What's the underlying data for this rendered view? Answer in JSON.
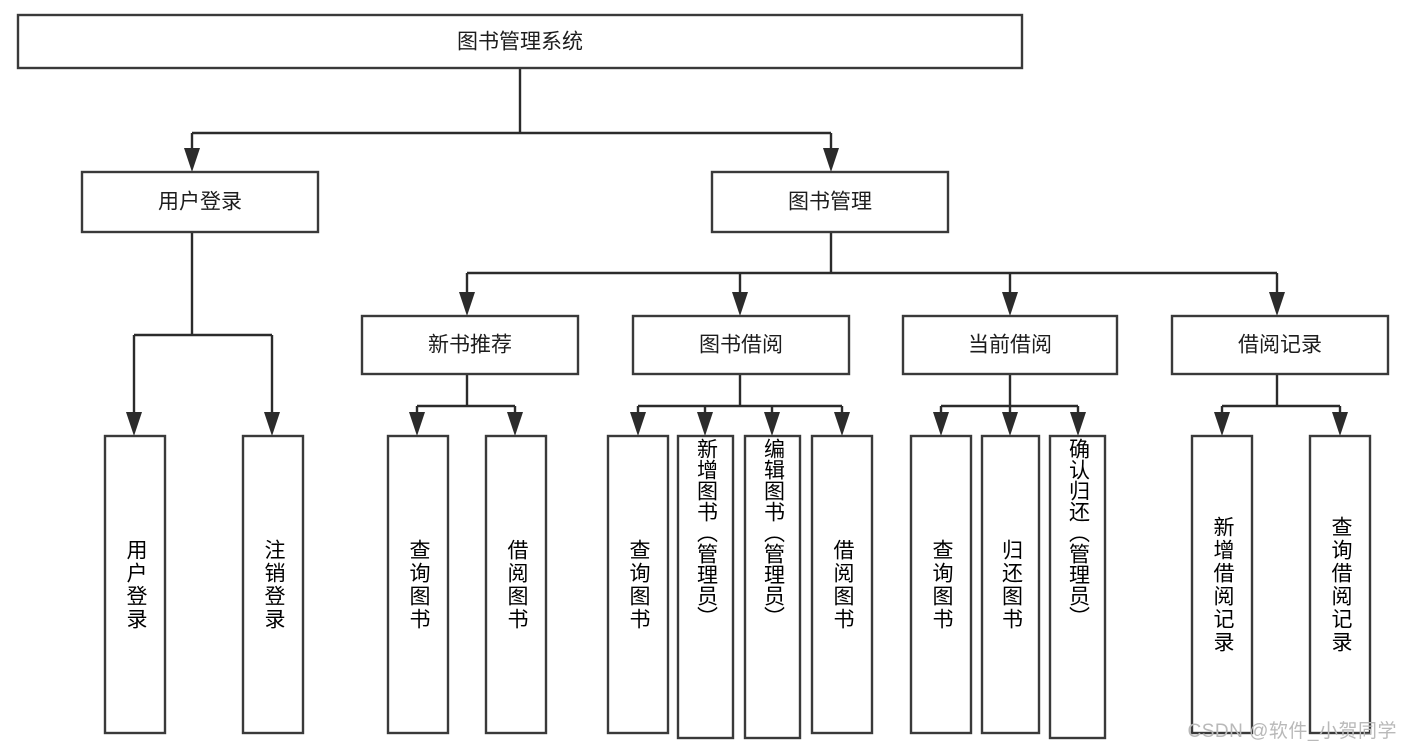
{
  "diagram": {
    "title": "图书管理系统",
    "watermark": "CSDN @软件_小贺同学",
    "colors": {
      "box_stroke": "#3a3a3a",
      "connector": "#2b2b2b",
      "box_fill": "#ffffff",
      "text": "#1d1d1d",
      "watermark": "#b9b9b9",
      "background": "#ffffff"
    },
    "root": {
      "label": "图书管理系统"
    },
    "level2": [
      {
        "label": "用户登录"
      },
      {
        "label": "图书管理"
      }
    ],
    "level3": [
      {
        "label": "新书推荐"
      },
      {
        "label": "图书借阅"
      },
      {
        "label": "当前借阅"
      },
      {
        "label": "借阅记录"
      }
    ],
    "leaves": {
      "user_login": [
        {
          "label": "用户登录"
        },
        {
          "label": "注销登录"
        }
      ],
      "new_book_recommend": [
        {
          "label": "查询图书"
        },
        {
          "label": "借阅图书"
        }
      ],
      "book_borrow": [
        {
          "label": "查询图书"
        },
        {
          "label": "新增图书（管理员）"
        },
        {
          "label": "编辑图书（管理员）"
        },
        {
          "label": "借阅图书"
        }
      ],
      "current_borrow": [
        {
          "label": "查询图书"
        },
        {
          "label": "归还图书"
        },
        {
          "label": "确认归还（管理员）"
        }
      ],
      "borrow_record": [
        {
          "label": "新增借阅记录"
        },
        {
          "label": "查询借阅记录"
        }
      ]
    }
  }
}
